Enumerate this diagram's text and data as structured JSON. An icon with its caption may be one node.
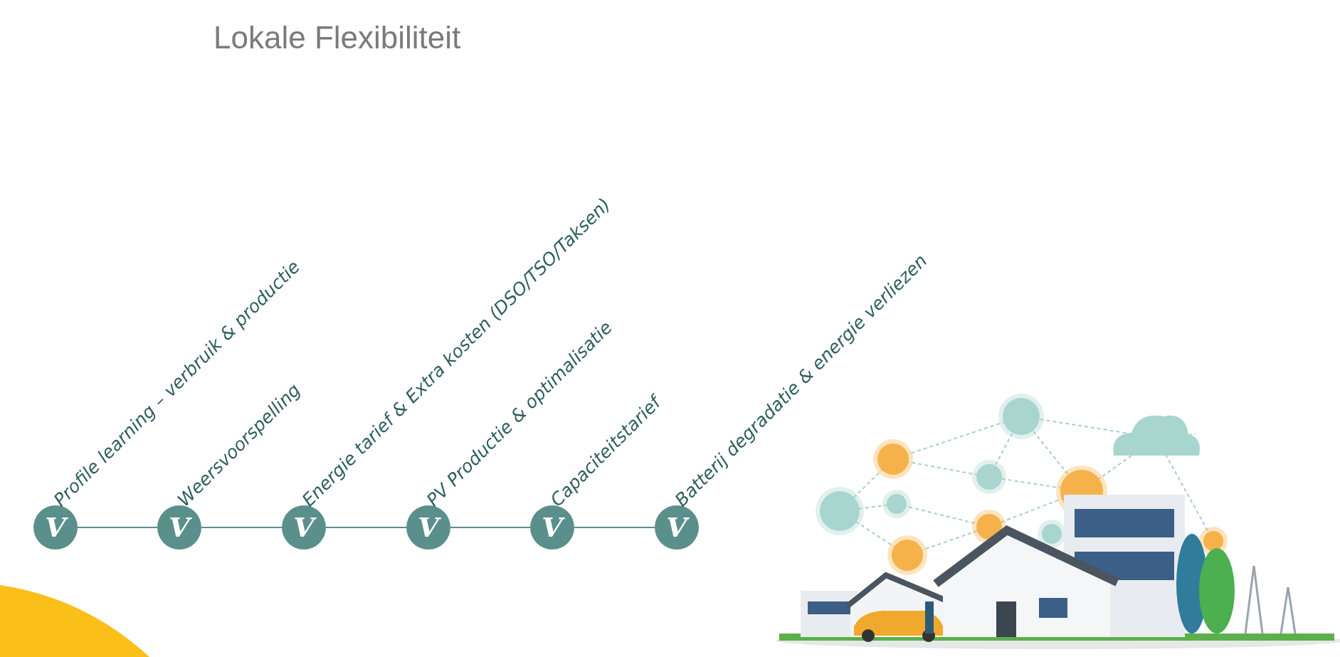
{
  "diagram": {
    "title": "Lokale Flexibiliteit",
    "nodes": [
      {
        "text": [
          "V"
        ],
        "beside": [
          "Profile learning – verbruik & productie"
        ]
      },
      {
        "text": [
          "V"
        ],
        "beside": [
          "Weersvoorspelling"
        ]
      },
      {
        "text": [
          "V"
        ],
        "beside": [
          "Energie tarief & Extra kosten (DSO/TSO/Taksen)"
        ]
      },
      {
        "text": [
          "V"
        ],
        "beside": [
          "PV Productie & optimalisatie"
        ]
      },
      {
        "text": [
          "V"
        ],
        "beside": [
          "Capaciteitstarief"
        ]
      },
      {
        "text": [
          "V"
        ],
        "beside": [
          "Batterij degradatie & energie verliezen"
        ]
      }
    ],
    "edges": [
      {
        "from": 0,
        "to": 1,
        "arrow": "none"
      },
      {
        "from": 1,
        "to": 2,
        "arrow": "none"
      },
      {
        "from": 2,
        "to": 3,
        "arrow": "none"
      },
      {
        "from": 3,
        "to": 4,
        "arrow": "none"
      },
      {
        "from": 4,
        "to": 5,
        "arrow": "none"
      }
    ]
  }
}
